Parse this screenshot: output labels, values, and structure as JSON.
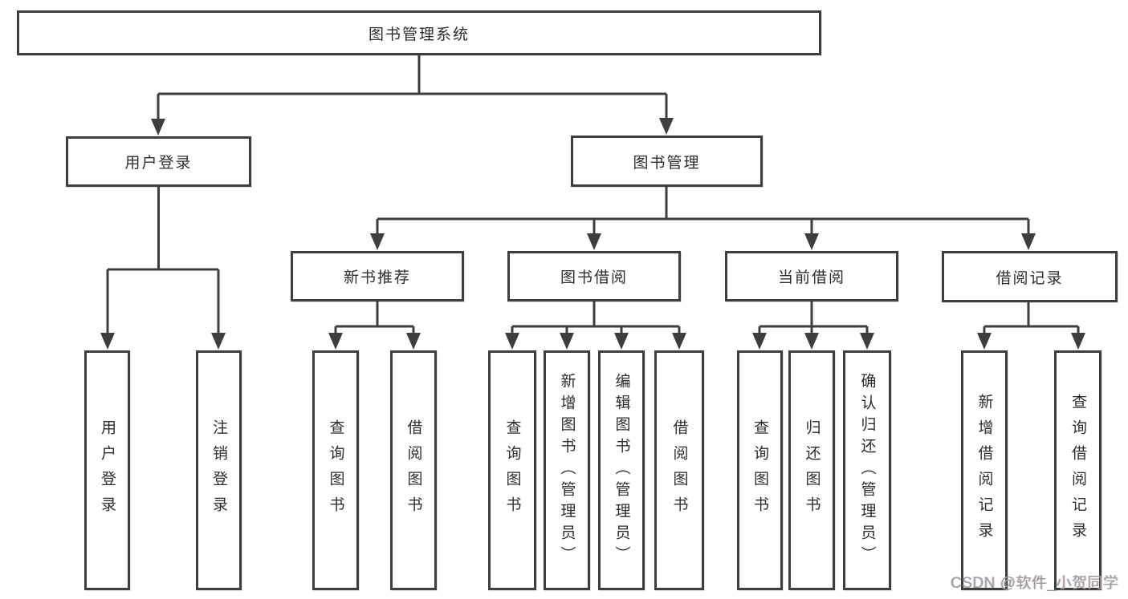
{
  "diagram": {
    "root": {
      "label": "图书管理系统"
    },
    "branches": [
      {
        "label": "用户登录",
        "children": [
          {
            "label": "用户登录"
          },
          {
            "label": "注销登录"
          }
        ]
      },
      {
        "label": "图书管理",
        "children": [
          {
            "label": "新书推荐",
            "children": [
              {
                "label": "查询图书"
              },
              {
                "label": "借阅图书"
              }
            ]
          },
          {
            "label": "图书借阅",
            "children": [
              {
                "label": "查询图书"
              },
              {
                "label": "新增图书（管理员）"
              },
              {
                "label": "编辑图书（管理员）"
              },
              {
                "label": "借阅图书"
              }
            ]
          },
          {
            "label": "当前借阅",
            "children": [
              {
                "label": "查询图书"
              },
              {
                "label": "归还图书"
              },
              {
                "label": "确认归还（管理员）"
              }
            ]
          },
          {
            "label": "借阅记录",
            "children": [
              {
                "label": "新增借阅记录"
              },
              {
                "label": "查询借阅记录"
              }
            ]
          }
        ]
      }
    ]
  },
  "watermark": {
    "text": "CSDN @软件_小贺同学"
  },
  "colors": {
    "line": "#3e3e3e",
    "text": "#2d2d2d",
    "background": "#ffffff",
    "watermark": "#9b9b9b"
  }
}
